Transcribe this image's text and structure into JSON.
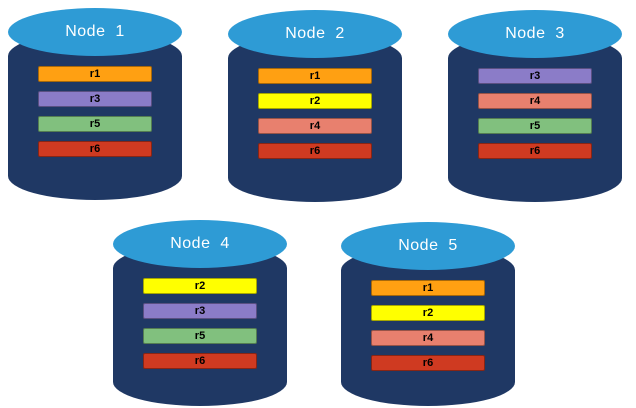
{
  "diagram": {
    "description": "Five database nodes each storing a subset of replicas r1-r6",
    "nodes": [
      {
        "label": "Node  1",
        "replicas": [
          {
            "id": "r1"
          },
          {
            "id": "r3"
          },
          {
            "id": "r5"
          },
          {
            "id": "r6"
          }
        ]
      },
      {
        "label": "Node  2",
        "replicas": [
          {
            "id": "r1"
          },
          {
            "id": "r2"
          },
          {
            "id": "r4"
          },
          {
            "id": "r6"
          }
        ]
      },
      {
        "label": "Node  3",
        "replicas": [
          {
            "id": "r3"
          },
          {
            "id": "r4"
          },
          {
            "id": "r5"
          },
          {
            "id": "r6"
          }
        ]
      },
      {
        "label": "Node  4",
        "replicas": [
          {
            "id": "r2"
          },
          {
            "id": "r3"
          },
          {
            "id": "r5"
          },
          {
            "id": "r6"
          }
        ]
      },
      {
        "label": "Node  5",
        "replicas": [
          {
            "id": "r1"
          },
          {
            "id": "r2"
          },
          {
            "id": "r4"
          },
          {
            "id": "r6"
          }
        ]
      }
    ],
    "replica_colors": {
      "r1": "#FFA012",
      "r2": "#FFFF00",
      "r3": "#8B7CC8",
      "r4": "#E8806E",
      "r5": "#81C07E",
      "r6": "#CF3A21"
    },
    "cylinder_body_color": "#1F3864",
    "cylinder_top_color": "#2E9BD5",
    "label_text_color": "#FFFFFF"
  }
}
